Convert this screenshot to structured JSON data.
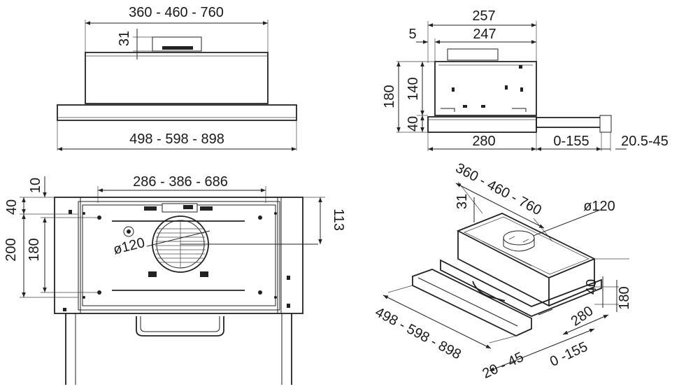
{
  "colors": {
    "line": "#222222",
    "background": "#ffffff"
  },
  "front_view": {
    "top_width": "360 - 460 - 760",
    "duct_height": "31",
    "bottom_width": "498 - 598 - 898"
  },
  "side_view": {
    "total_depth": "257",
    "inner_depth": "247",
    "offset": "5",
    "total_height": "180",
    "body_height": "140",
    "base_height": "40",
    "base_depth": "280",
    "extension": "0-155",
    "handle": "20.5-45"
  },
  "bottom_view": {
    "inner_width": "286 - 386 - 686",
    "top_margin": "10",
    "side_40": "40",
    "side_200": "200",
    "side_180": "180",
    "right_113": "113",
    "outlet_diameter": "ø120"
  },
  "iso_view": {
    "top_width": "360 - 460 - 760",
    "duct_height": "31",
    "outlet_diameter": "ø120",
    "height_40": "40",
    "height_180": "180",
    "depth_280": "280",
    "front_width": "498 - 598 - 898",
    "handle": "20 - 45",
    "extension": "0 -155"
  }
}
